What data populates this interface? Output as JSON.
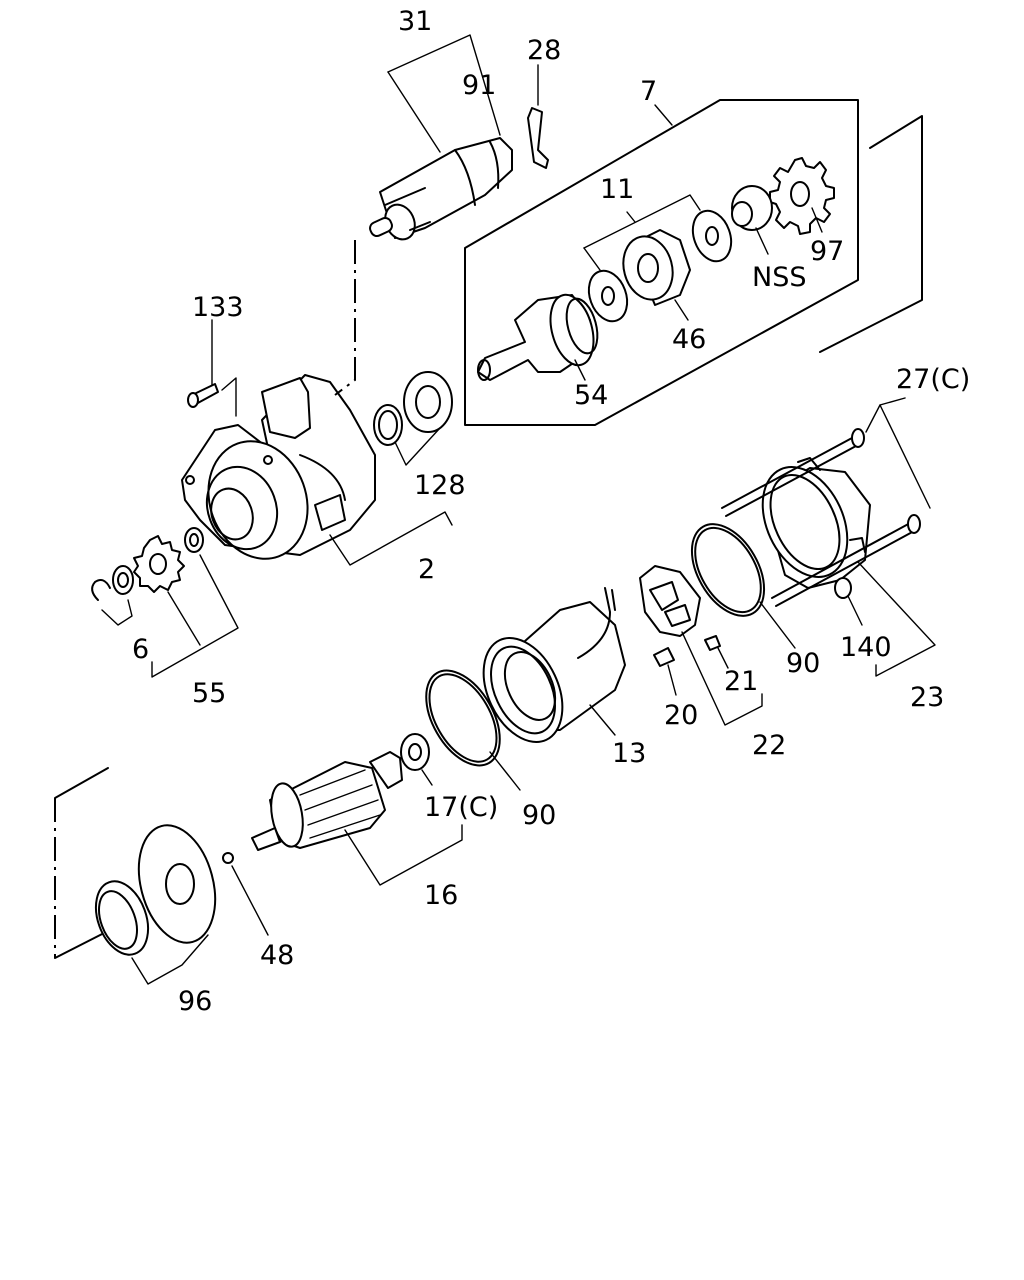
{
  "callouts": [
    {
      "id": "c31",
      "text": "31"
    },
    {
      "id": "c91",
      "text": "91"
    },
    {
      "id": "c28",
      "text": "28"
    },
    {
      "id": "c7",
      "text": "7"
    },
    {
      "id": "c11",
      "text": "11"
    },
    {
      "id": "c97",
      "text": "97"
    },
    {
      "id": "cNSS",
      "text": "NSS"
    },
    {
      "id": "c46",
      "text": "46"
    },
    {
      "id": "c54",
      "text": "54"
    },
    {
      "id": "c133",
      "text": "133"
    },
    {
      "id": "c128",
      "text": "128"
    },
    {
      "id": "c2",
      "text": "2"
    },
    {
      "id": "c6",
      "text": "6"
    },
    {
      "id": "c55",
      "text": "55"
    },
    {
      "id": "c27",
      "text": "27(C)"
    },
    {
      "id": "c90a",
      "text": "90"
    },
    {
      "id": "c140",
      "text": "140"
    },
    {
      "id": "c23",
      "text": "23"
    },
    {
      "id": "c21",
      "text": "21"
    },
    {
      "id": "c20",
      "text": "20"
    },
    {
      "id": "c22",
      "text": "22"
    },
    {
      "id": "c13",
      "text": "13"
    },
    {
      "id": "c17",
      "text": "17(C)"
    },
    {
      "id": "c90b",
      "text": "90"
    },
    {
      "id": "c16",
      "text": "16"
    },
    {
      "id": "c48",
      "text": "48"
    },
    {
      "id": "c96",
      "text": "96"
    }
  ]
}
